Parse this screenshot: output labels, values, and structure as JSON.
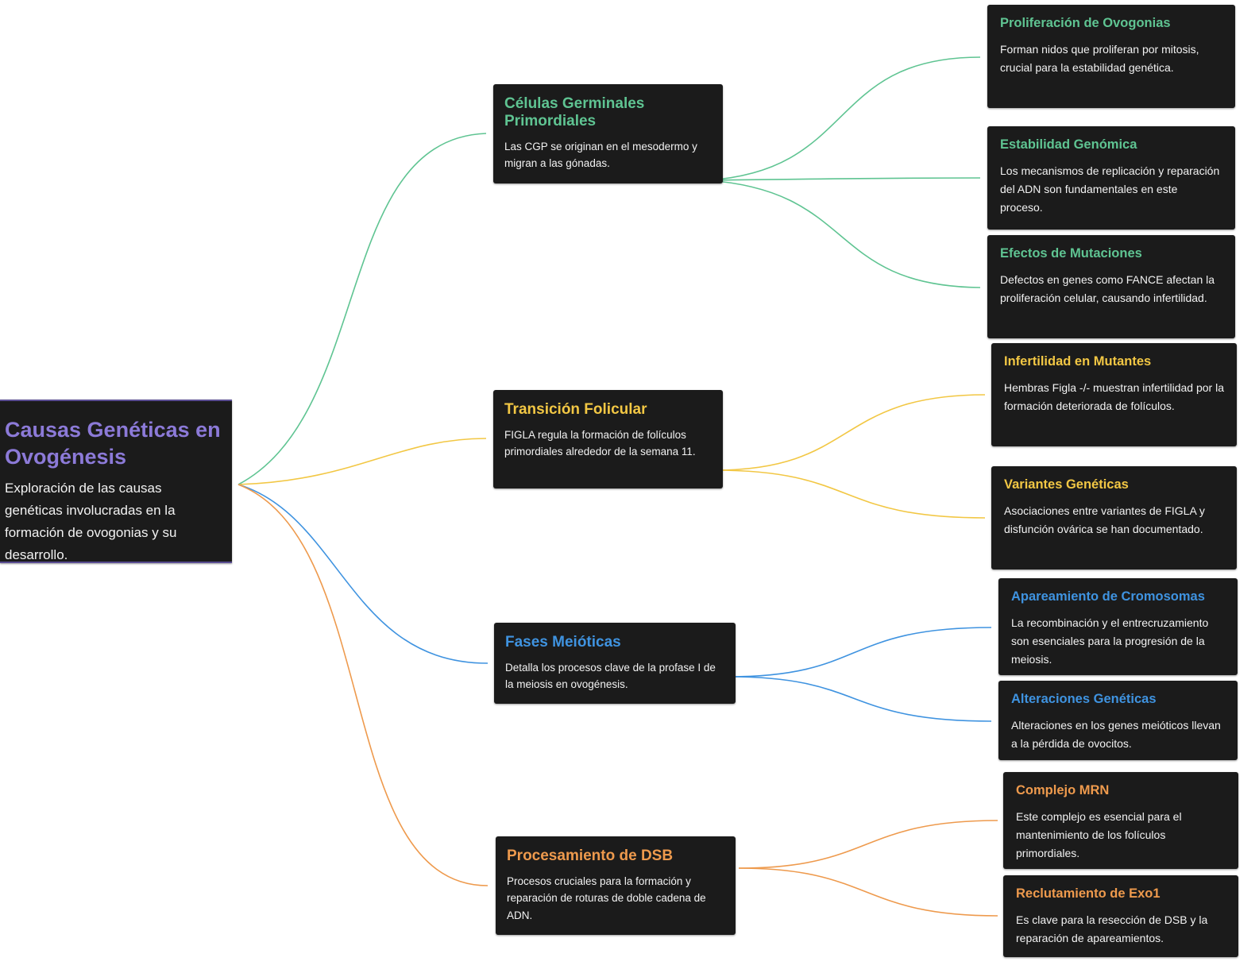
{
  "colors": {
    "root_title": "#8c7ad8",
    "green": "#5fc492",
    "yellow": "#f2c744",
    "blue": "#3f93e0",
    "orange": "#ee9a4d",
    "node_bg": "#1b1b1b"
  },
  "root": {
    "title": "Causas Genéticas en Ovogénesis",
    "description": "Exploración de las causas genéticas involucradas en la formación de ovogonias y su desarrollo."
  },
  "branches": [
    {
      "title": "Células Germinales Primordiales",
      "description": "Las CGP se originan en el mesodermo y migran a las gónadas.",
      "leaves": [
        {
          "title": "Proliferación de Ovogonias",
          "description": "Forman nidos que proliferan por mitosis, crucial para la estabilidad genética."
        },
        {
          "title": "Estabilidad Genómica",
          "description": "Los mecanismos de replicación y reparación del ADN son fundamentales en este proceso."
        },
        {
          "title": "Efectos de Mutaciones",
          "description": "Defectos en genes como FANCE afectan la proliferación celular, causando infertilidad."
        }
      ]
    },
    {
      "title": "Transición Folicular",
      "description": "FIGLA regula la formación de folículos primordiales alrededor de la semana 11.",
      "leaves": [
        {
          "title": "Infertilidad en Mutantes",
          "description": "Hembras Figla -/- muestran infertilidad por la formación deteriorada de folículos."
        },
        {
          "title": "Variantes Genéticas",
          "description": "Asociaciones entre variantes de FIGLA y disfunción ovárica se han documentado."
        }
      ]
    },
    {
      "title": "Fases Meióticas",
      "description": "Detalla los procesos clave de la profase I de la meiosis en ovogénesis.",
      "leaves": [
        {
          "title": "Apareamiento de Cromosomas",
          "description": "La recombinación y el entrecruzamiento son esenciales para la progresión de la meiosis."
        },
        {
          "title": "Alteraciones Genéticas",
          "description": "Alteraciones en los genes meióticos llevan a la pérdida de ovocitos."
        }
      ]
    },
    {
      "title": "Procesamiento de DSB",
      "description": "Procesos cruciales para la formación y reparación de roturas de doble cadena de ADN.",
      "leaves": [
        {
          "title": "Complejo MRN",
          "description": "Este complejo es esencial para el mantenimiento de los folículos primordiales."
        },
        {
          "title": "Reclutamiento de Exo1",
          "description": "Es clave para la resección de DSB y la reparación de apareamientos."
        }
      ]
    }
  ]
}
